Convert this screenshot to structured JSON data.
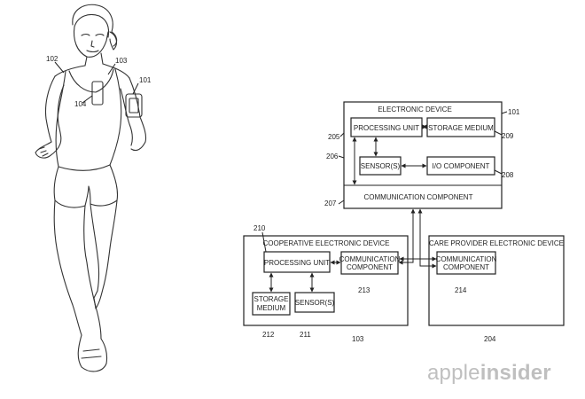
{
  "figure": {
    "references": {
      "shirt": "102",
      "phone": "103",
      "armband": "101",
      "sensor_patch": "104"
    }
  },
  "diagram": {
    "electronic_device": {
      "title": "ELECTRONIC DEVICE",
      "ref": "101",
      "processing_unit": {
        "label": "PROCESSING UNIT",
        "ref": "205"
      },
      "storage_medium": {
        "label": "STORAGE MEDIUM",
        "ref": "209"
      },
      "sensor": {
        "label": "SENSOR(S)",
        "ref": "206"
      },
      "io_component": {
        "label": "I/O COMPONENT",
        "ref": "208"
      },
      "communication_component": {
        "label": "COMMUNICATION COMPONENT",
        "ref": "207"
      }
    },
    "cooperative_device": {
      "title": "COOPERATIVE ELECTRONIC DEVICE",
      "ref": "103",
      "processing_unit": {
        "label": "PROCESSING UNIT",
        "ref": "210"
      },
      "communication_component": {
        "label_line1": "COMMUNICATION",
        "label_line2": "COMPONENT",
        "ref": "213"
      },
      "storage_medium": {
        "label_line1": "STORAGE",
        "label_line2": "MEDIUM",
        "ref": "212"
      },
      "sensor": {
        "label": "SENSOR(S)",
        "ref": "211"
      }
    },
    "care_provider_device": {
      "title": "CARE PROVIDER ELECTRONIC DEVICE",
      "ref": "204",
      "communication_component": {
        "label_line1": "COMMUNICATION",
        "label_line2": "COMPONENT",
        "ref": "214"
      }
    }
  },
  "watermark": {
    "part1": "apple",
    "part2": "insider"
  }
}
